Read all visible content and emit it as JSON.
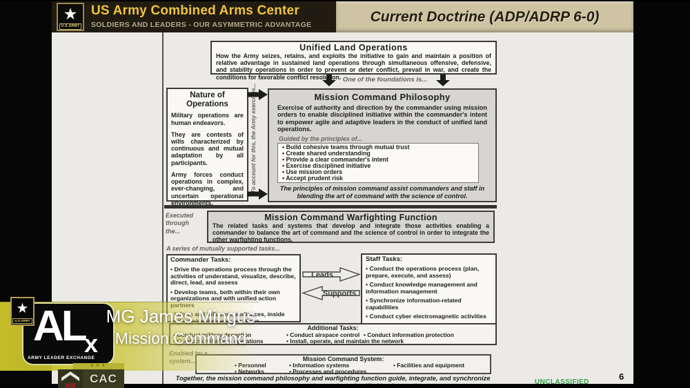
{
  "header": {
    "logo_label": "U.S.ARMY",
    "org_title": "US Army Combined Arms Center",
    "tagline": "SOLDIERS AND LEADERS - OUR ASYMMETRIC ADVANTAGE",
    "slide_title": "Current Doctrine (ADP/ADRP 6-0)"
  },
  "diagram": {
    "unified_land_operations": {
      "title": "Unified Land Operations",
      "body": "How the Army seizes, retains, and exploits the initiative to gain and maintain a position of relative advantage in sustained land operations through simultaneous offensive, defensive, and stability operations in order to prevent or deter conflict, prevail in war, and create the conditions for favorable conflict resolution."
    },
    "foundations_label": "One of the foundations is...",
    "nature_of_operations": {
      "title": "Nature of Operations",
      "paragraphs": [
        "Military operations are human endeavors.",
        "They are contests of wills characterized by continuous and mutual adaptation by all participants.",
        "Army forces conduct operations in complex, ever-changing, and uncertain operational environments."
      ]
    },
    "account_label": "To account for this, the Army exercises...",
    "philosophy": {
      "title": "Mission Command Philosophy",
      "body": "Exercise of authority and direction by the commander using mission orders to enable disciplined initiative within the commander's intent to empower agile and adaptive leaders in the conduct of unified land operations.",
      "guided_label": "Guided by the principles of...",
      "principles": [
        "Build cohesive teams through mutual trust",
        "Create shared understanding",
        "Provide a clear commander's intent",
        "Exercise disciplined initiative",
        "Use mission orders",
        "Accept prudent risk"
      ],
      "footer_plain": "The principles of mission command assist commanders and staff in blending the",
      "footer_bold": "art of command with the science of control."
    },
    "executed_label": "Executed through the...",
    "warfighting_function": {
      "title": "Mission Command Warfighting Function",
      "body": "The related tasks and systems that develop and integrate those activities enabling a commander to balance the art of command and the science of control in order to integrate the other warfighting functions."
    },
    "series_label": "A series of mutually supported tasks...",
    "commander_tasks": {
      "title": "Commander Tasks:",
      "items": [
        "Drive the operations process through the activities of understand, visualize, describe, direct, lead, and assess",
        "Develop teams, both within their own organizations and with unified action partners",
        "Inform and influence audiences, inside and outside their organizations"
      ]
    },
    "leads_label": "Leads",
    "supports_label": "Supports",
    "staff_tasks": {
      "title": "Staff Tasks:",
      "items": [
        "Conduct the operations process (plan, prepare, execute, and assess)",
        "Conduct knowledge management and information management",
        "Synchronize information-related capabilities",
        "Conduct cyber electromagnetic activities"
      ]
    },
    "additional_tasks": {
      "title": "Additional Tasks:",
      "items": [
        "Conduct military deception",
        "Conduct airspace control",
        "Conduct information protection",
        "Conduct civil affairs operations",
        "Install, operate, and maintain the network"
      ]
    },
    "enabled_label": "Enabled by a system...",
    "mission_command_system": {
      "title": "Mission Command System:",
      "items": [
        "Personnel",
        "Networks",
        "Information systems",
        "Processes and procedures",
        "Facilities and equipment"
      ]
    },
    "footer": "Together, the mission command philosophy and warfighting function guide, integrate, and synchronize Army forces throughout the conduct of unified land operations.",
    "classification": "UNCLASSIFIED",
    "page_number": "6"
  },
  "overlay": {
    "alx_acronym": "AL",
    "alx_x": "x",
    "alx_subtitle": "ARMY LEADER EXCHANGE",
    "army_logo_label": "U.S.ARMY",
    "army_star": "★",
    "cac_stars": "★★★",
    "speaker_name": "MG James Mingus",
    "speaker_topic": "Mission Command",
    "cac_logo_text": "CAC"
  },
  "colors": {
    "header_gold": "#f0c33e",
    "banner_bg": "#cec4a3",
    "band_yellow": "#c6c028",
    "classification_green": "#36a04c"
  }
}
